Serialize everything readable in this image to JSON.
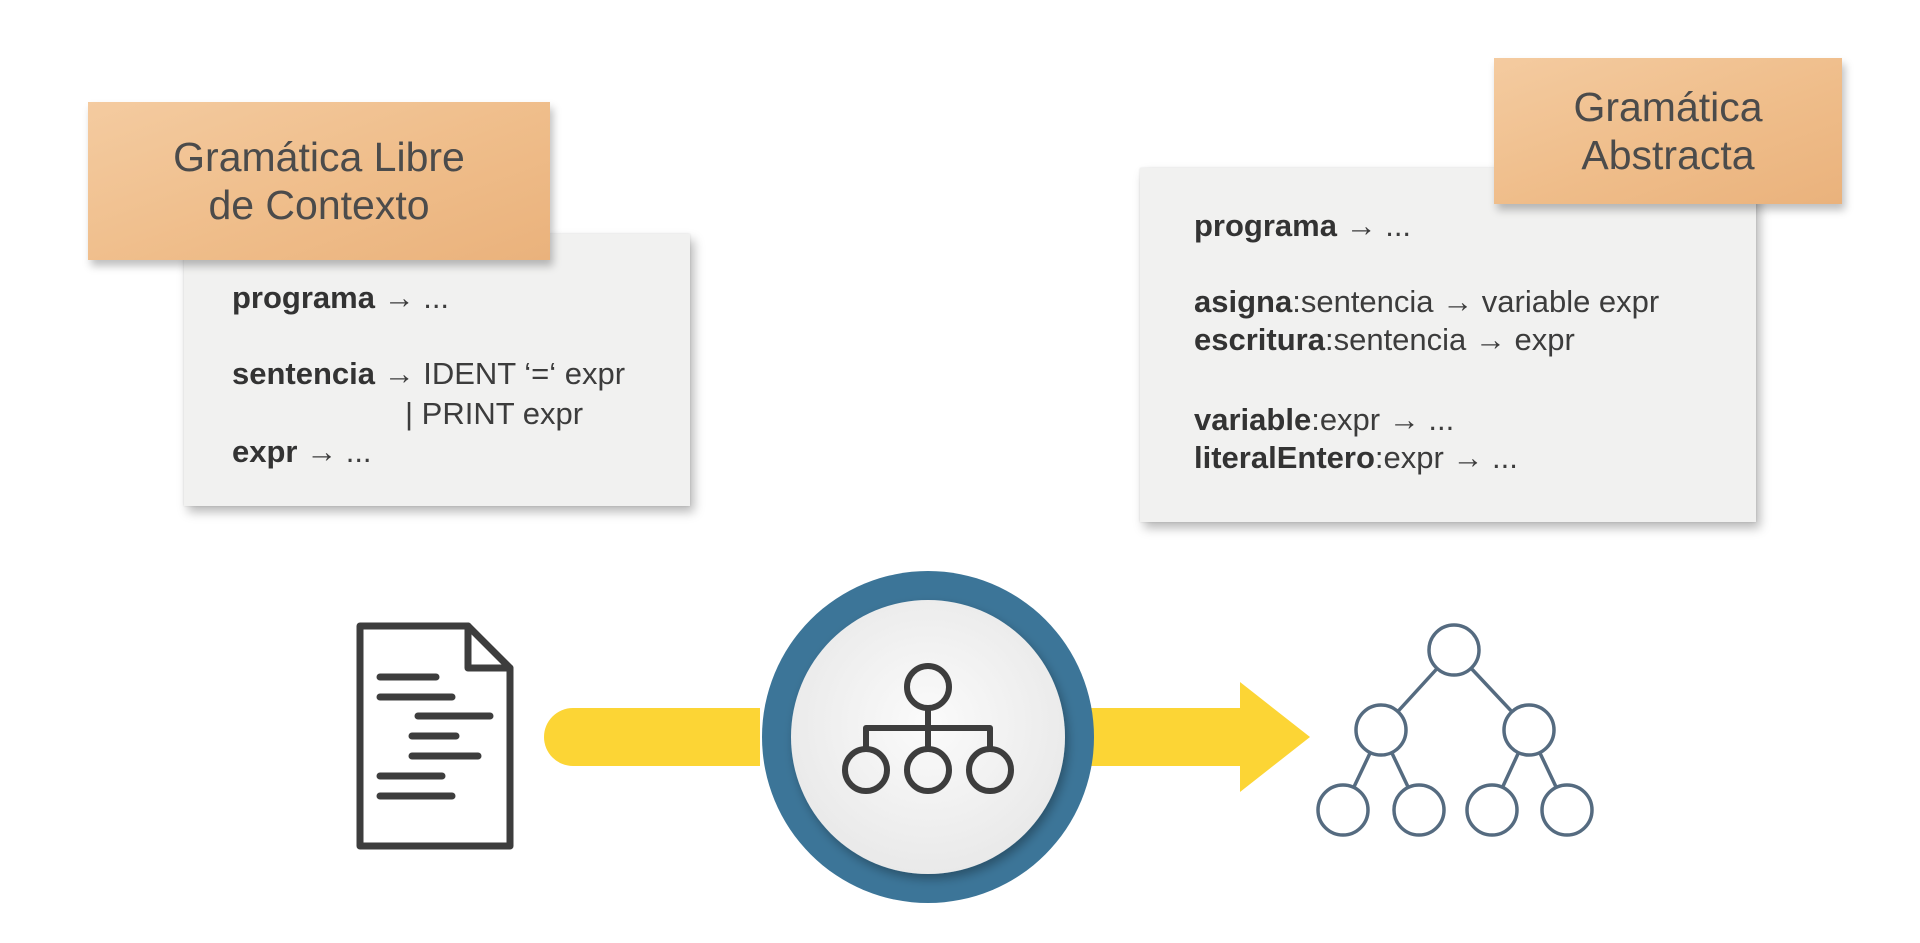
{
  "left_panel": {
    "title_line1": "Gramática Libre",
    "title_line2": "de Contexto",
    "rules": [
      {
        "name": "programa",
        "rest": " → ..."
      },
      {
        "name": "sentencia",
        "rest": " → IDENT ‘=‘ expr"
      },
      {
        "name": "",
        "rest": "| PRINT expr"
      },
      {
        "name": "expr",
        "rest": " → ..."
      }
    ]
  },
  "right_panel": {
    "title_line1": "Gramática",
    "title_line2": "Abstracta",
    "rules": [
      {
        "name": "programa",
        "rest": " → ..."
      },
      {
        "name": "asigna",
        "rest": ":sentencia → variable expr"
      },
      {
        "name": "escritura",
        "rest": ":sentencia → expr"
      },
      {
        "name": "variable",
        "rest": ":expr → ..."
      },
      {
        "name": "literalEntero",
        "rest": ":expr → ..."
      }
    ]
  },
  "colors": {
    "note": "#efbd8a",
    "card": "#f1f1f0",
    "arrow": "#fcd535",
    "ring": "#3c7598",
    "tree": "#556b80",
    "icon": "#3d3d3d"
  },
  "icons": {
    "source": "document-icon",
    "parser": "hierarchy-icon",
    "output": "tree-icon"
  }
}
